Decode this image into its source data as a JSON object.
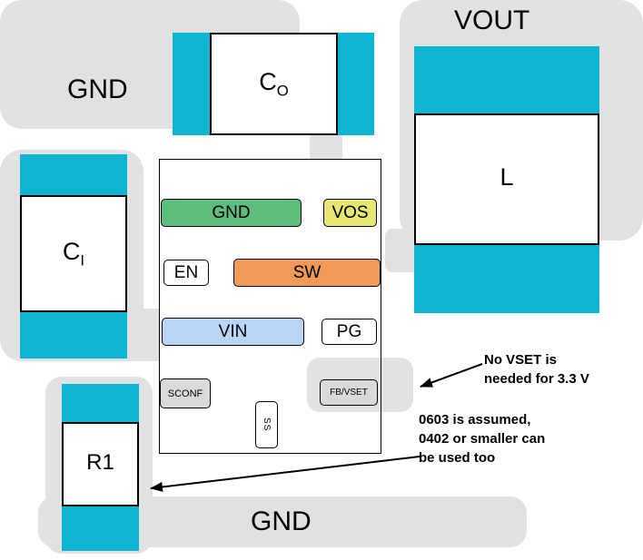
{
  "diagram": {
    "labels": {
      "vout": "VOUT",
      "gnd_top_left": "GND",
      "gnd_bottom": "GND"
    },
    "components": {
      "co": {
        "text": "C",
        "sub": "O"
      },
      "ci": {
        "text": "C",
        "sub": "I"
      },
      "inductor": {
        "text": "L",
        "sub": ""
      },
      "r1": {
        "text": "R1",
        "sub": ""
      }
    },
    "ic_pads": {
      "gnd": "GND",
      "vos": "VOS",
      "en": "EN",
      "sw": "SW",
      "vin": "VIN",
      "pg": "PG",
      "sconf": "SCONF",
      "ss": "SS",
      "fb_vset": "FB/VSET"
    },
    "annotations": {
      "vset_note": [
        "No VSET is",
        "needed for 3.3 V"
      ],
      "r1_note": [
        "0603 is assumed,",
        "0402 or smaller can",
        "be used too"
      ]
    },
    "colors": {
      "copper_pour": "#e1e1e1",
      "terminal_cyan": "#0db5d0",
      "pad_green": "#5cbd7c",
      "pad_yellow": "#e6e670",
      "pad_orange": "#f19a57",
      "pad_blue": "#b9d5f5",
      "pad_gray": "#d9d9d9",
      "pad_white": "#ffffff",
      "outline": "#000000"
    }
  }
}
